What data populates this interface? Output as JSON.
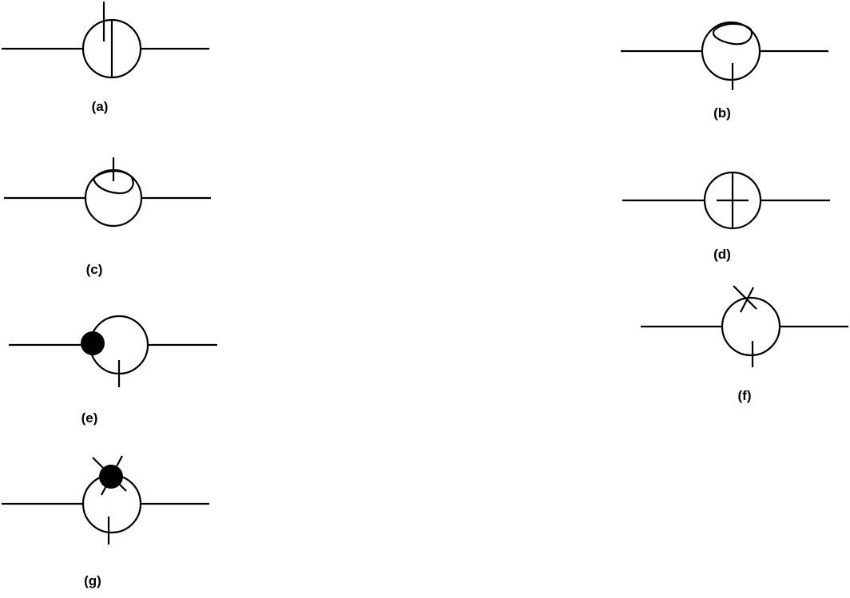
{
  "symbols": [
    {
      "id": "a",
      "label": "(a)"
    },
    {
      "id": "b",
      "label": "(b)"
    },
    {
      "id": "c",
      "label": "(c)"
    },
    {
      "id": "d",
      "label": "(d)"
    },
    {
      "id": "e",
      "label": "(e)"
    },
    {
      "id": "f",
      "label": "(f)"
    },
    {
      "id": "g",
      "label": "(g)"
    }
  ],
  "colors": {
    "background": "#ffffff",
    "ink": "#000000"
  }
}
